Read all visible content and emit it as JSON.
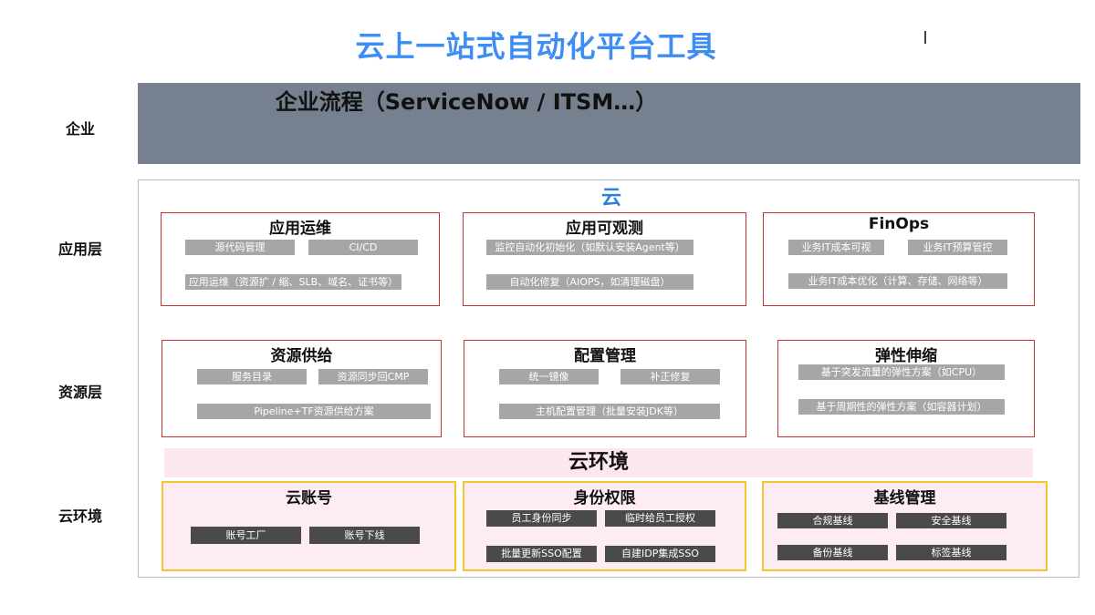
{
  "title": "云上一站式自动化平台工具",
  "layers": {
    "enterprise": "企业",
    "application": "应用层",
    "resource": "资源层",
    "cloud_env": "云环境"
  },
  "enterprise_block": {
    "label": "企业流程（ServiceNow / ITSM…）",
    "color": "#76808f"
  },
  "cloud_label": "云",
  "cloud_env_band": "云环境",
  "app_layer": [
    {
      "title": "应用运维",
      "items": [
        "源代码管理",
        "CI/CD",
        "应用运维（资源扩 / 缩、SLB、域名、证书等）"
      ]
    },
    {
      "title": "应用可观测",
      "items": [
        "监控自动化初始化（如默认安装Agent等）",
        "自动化修复（AIOPS，如清理磁盘）"
      ]
    },
    {
      "title": "FinOps",
      "items": [
        "业务IT成本可视",
        "业务IT预算管控",
        "业务IT成本优化（计算、存储、网络等）"
      ]
    }
  ],
  "resource_layer": [
    {
      "title": "资源供给",
      "items": [
        "服务目录",
        "资源同步回CMP",
        "Pipeline+TF资源供给方案"
      ]
    },
    {
      "title": "配置管理",
      "items": [
        "统一镜像",
        "补正修复",
        "主机配置管理（批量安装JDK等）"
      ]
    },
    {
      "title": "弹性伸缩",
      "items": [
        "基于突发流量的弹性方案（如CPU）",
        "基于周期性的弹性方案（如容器计划）"
      ]
    }
  ],
  "cloud_env_layer": [
    {
      "title": "云账号",
      "items": [
        "账号工厂",
        "账号下线"
      ]
    },
    {
      "title": "身份权限",
      "items": [
        "员工身份同步",
        "临时给员工授权",
        "批量更新SSO配置",
        "自建IDP集成SSO"
      ]
    },
    {
      "title": "基线管理",
      "items": [
        "合规基线",
        "安全基线",
        "备份基线",
        "标签基线"
      ]
    }
  ],
  "colors": {
    "title": "#3d8df5",
    "cloud_label": "#2f7fe0",
    "red_border": "#c83232",
    "yellow_border": "#f3c62d",
    "pink_fill": "#fdecf1",
    "chip_gray": "#a6a6a6",
    "chip_dark": "#4a4a4a"
  }
}
